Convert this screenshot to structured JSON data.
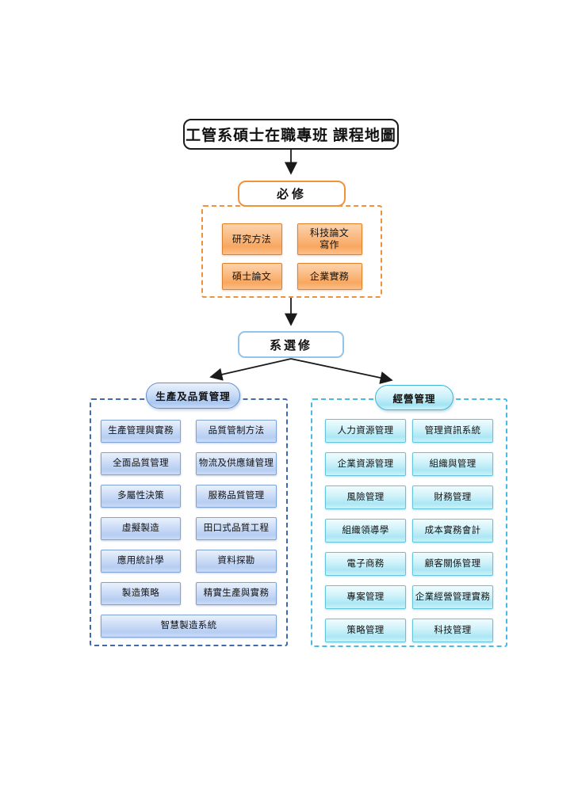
{
  "title": "工管系碩士在職專班 課程地圖",
  "required": {
    "label": "必修",
    "courses": [
      "研究方法",
      "科技論文\n寫作",
      "碩士論文",
      "企業實務"
    ]
  },
  "electives_label": "系選修",
  "production_group": {
    "name": "生產及品質管理",
    "courses": [
      "生產管理與實務",
      "品質管制方法",
      "全面品質管理",
      "物流及供應鏈管理",
      "多屬性決策",
      "服務品質管理",
      "虛擬製造",
      "田口式品質工程",
      "應用統計學",
      "資料探勘",
      "製造策略",
      "精實生產與實務",
      "智慧製造系統"
    ]
  },
  "management_group": {
    "name": "經營管理",
    "courses": [
      "人力資源管理",
      "管理資訊系統",
      "企業資源管理",
      "組織與管理",
      "風險管理",
      "財務管理",
      "組織領導學",
      "成本實務會計",
      "電子商務",
      "顧客關係管理",
      "專案管理",
      "企業經營管理實務",
      "策略管理",
      "科技管理"
    ]
  },
  "colors": {
    "required_accent": "#F0923C",
    "production_accent": "#3F6AB0",
    "management_accent": "#47BBE5",
    "arrow": "#1A1A1A"
  }
}
